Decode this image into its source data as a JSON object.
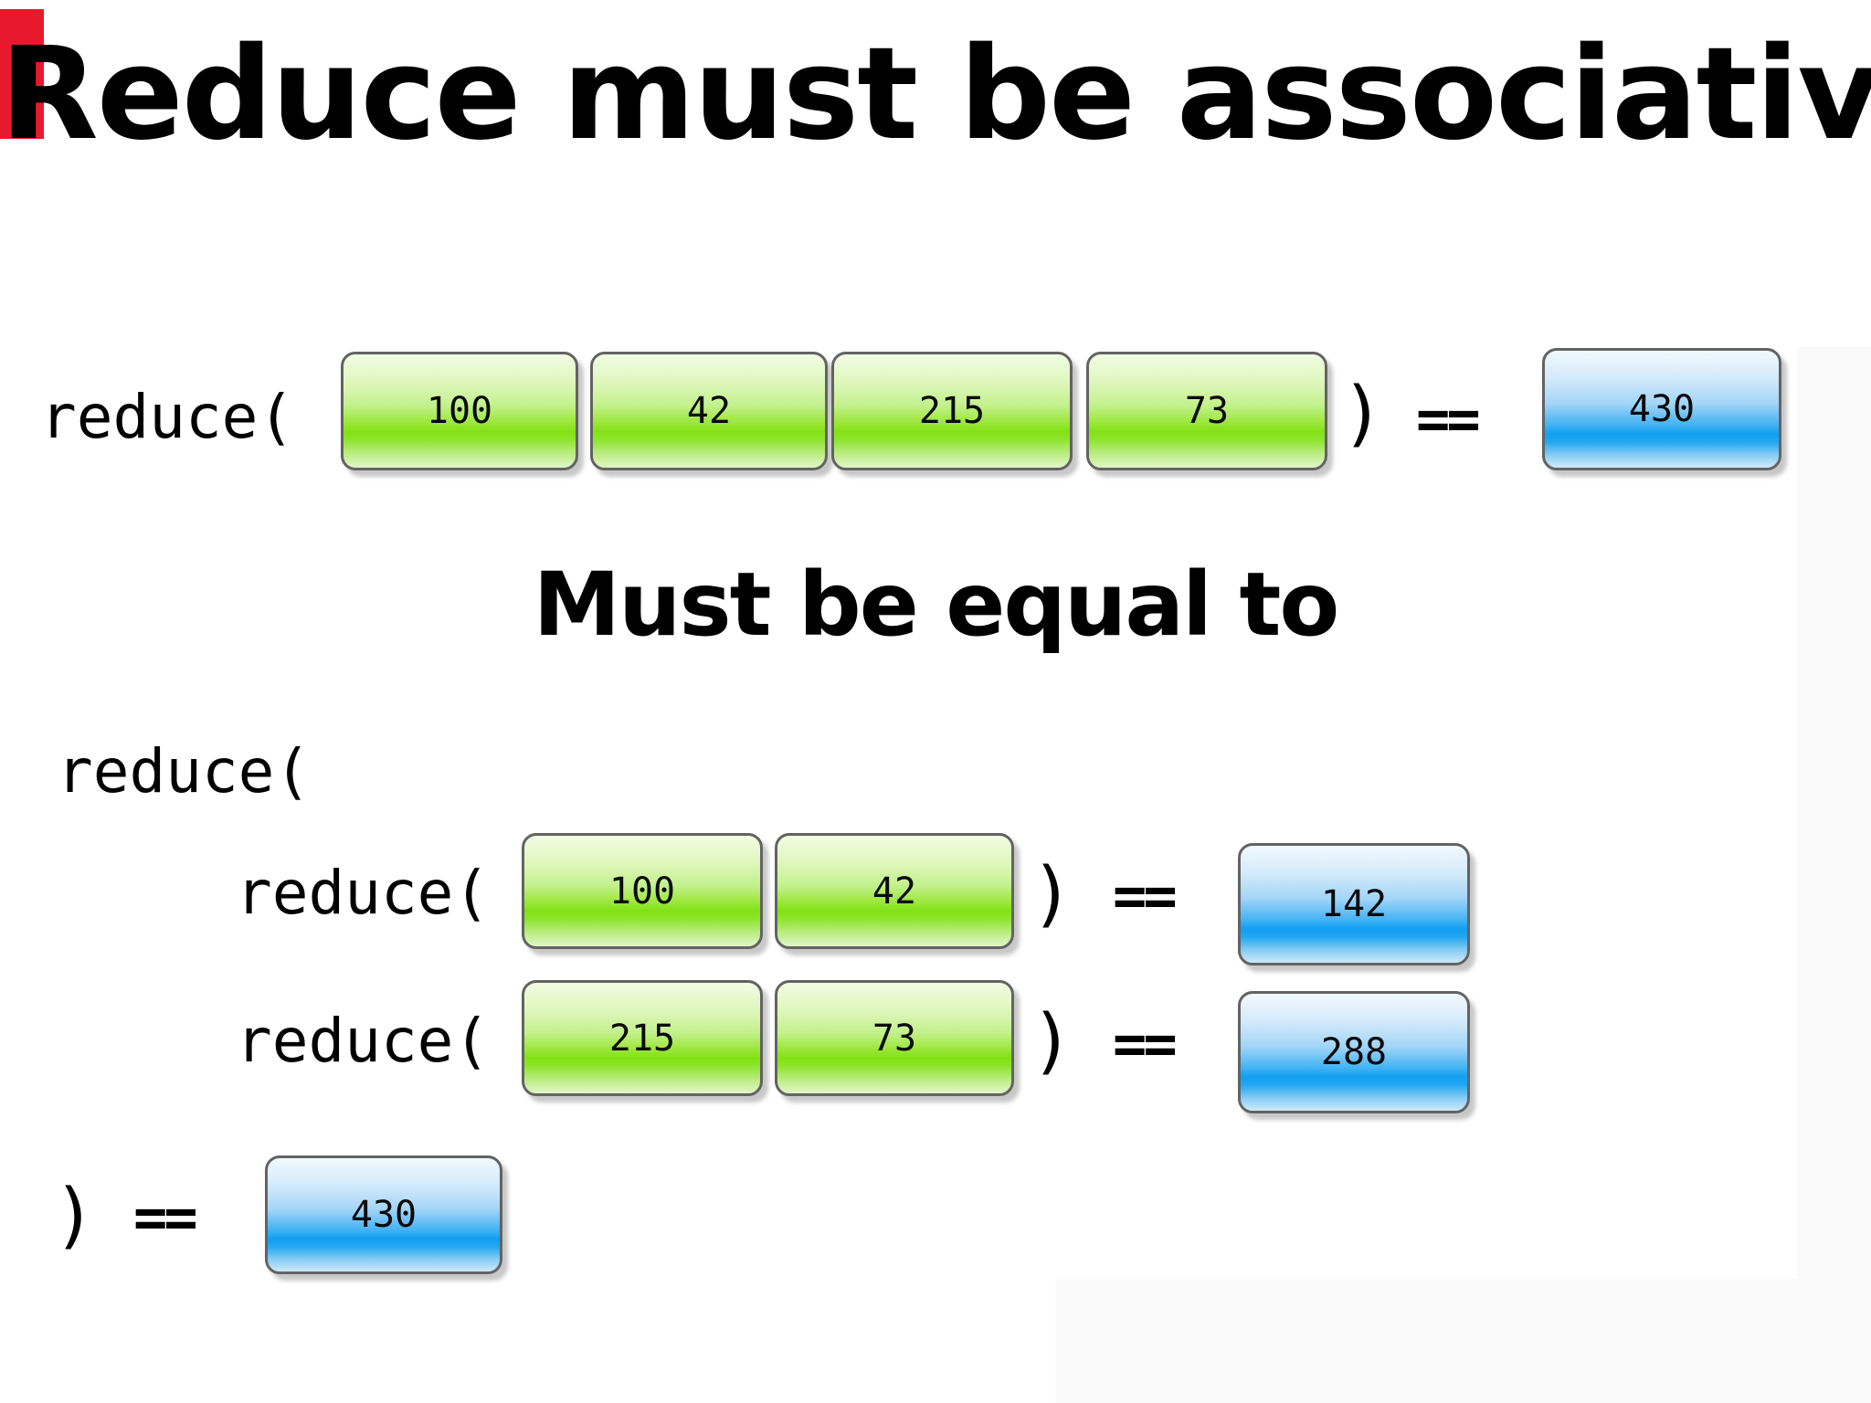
{
  "slide": {
    "title": "Reduce must be associative",
    "subtitle": "Must be equal to"
  },
  "colors": {
    "accent_ribbon_red": "#e8192c",
    "green_box_main": "#82e214",
    "green_box_light": "#f2fce4",
    "blue_box_main": "#119ff1",
    "blue_box_light": "#f2f9fe",
    "box_border_gray": "#636363",
    "text_black": "#000000",
    "background_white": "#ffffff"
  },
  "top_row": {
    "func_label": "reduce(",
    "inputs": [
      "100",
      "42",
      "215",
      "73"
    ],
    "close_paren": ")",
    "equals": "==",
    "result": "430"
  },
  "nested": {
    "outer_func_label": "reduce(",
    "rows": [
      {
        "func_label": "reduce(",
        "inputs": [
          "100",
          "42"
        ],
        "close_paren": ")",
        "equals": "==",
        "result": "142"
      },
      {
        "func_label": "reduce(",
        "inputs": [
          "215",
          "73"
        ],
        "close_paren": ")",
        "equals": "==",
        "result": "288"
      }
    ],
    "outer_close_paren": ")",
    "outer_equals": "==",
    "outer_result": "430"
  }
}
